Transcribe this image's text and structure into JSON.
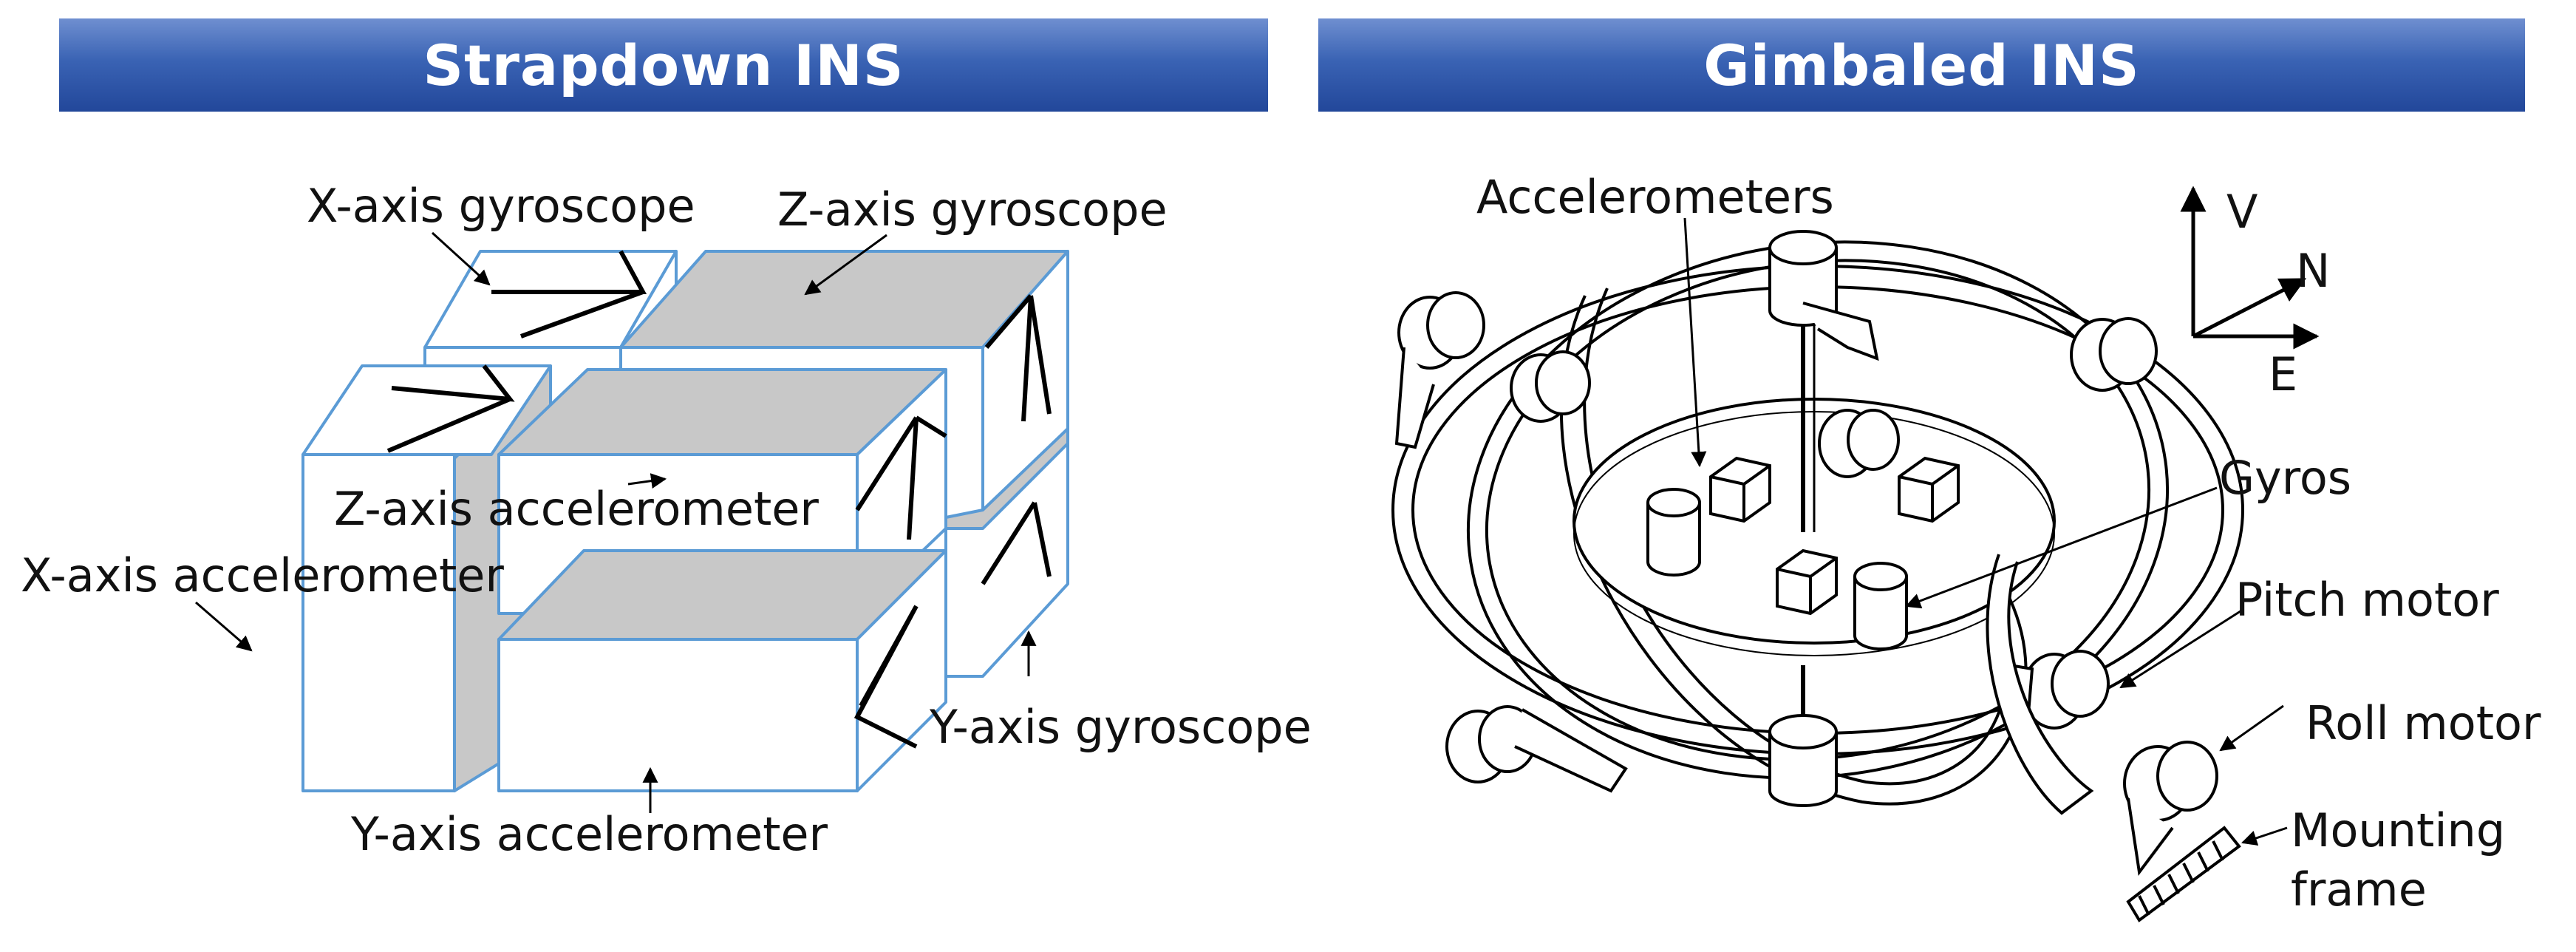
{
  "panels": {
    "left": {
      "title": "Strapdown INS"
    },
    "right": {
      "title": "Gimbaled INS"
    }
  },
  "strapdown_labels": {
    "x_gyro": "X-axis gyroscope",
    "z_gyro": "Z-axis gyroscope",
    "z_accel": "Z-axis accelerometer",
    "x_accel": "X-axis accelerometer",
    "y_gyro": "Y-axis gyroscope",
    "y_accel": "Y-axis accelerometer"
  },
  "gimbaled_labels": {
    "accelerometers": "Accelerometers",
    "gyros": "Gyros",
    "pitch_motor": "Pitch motor",
    "roll_motor": "Roll motor",
    "mounting_line1": "Mounting",
    "mounting_line2": "frame"
  },
  "axes": {
    "v": "V",
    "n": "N",
    "e": "E"
  },
  "colors": {
    "banner": "#2c55a8",
    "box_edge": "#5b9bd5",
    "box_fill": "#ffffff",
    "shade": "#c8c8c8"
  }
}
